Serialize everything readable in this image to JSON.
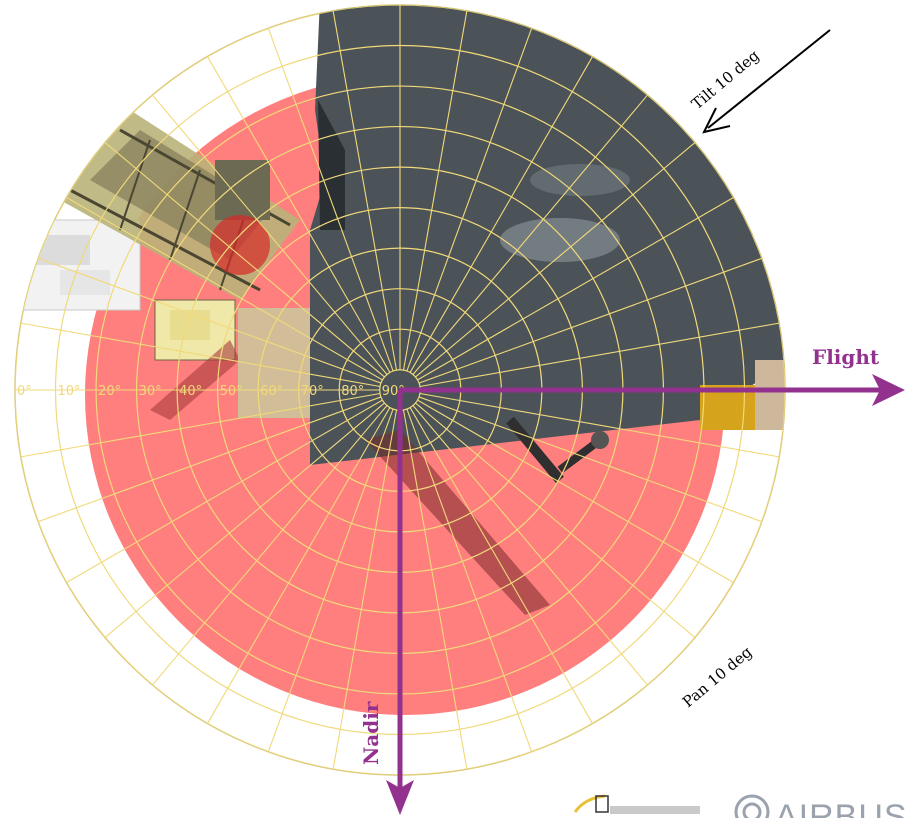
{
  "polar_ring_labels": [
    "0°",
    "10°",
    "20°",
    "30°",
    "40°",
    "50°",
    "60°",
    "70°",
    "80°",
    "90°"
  ],
  "annotations": {
    "tilt": "Tilt 10 deg",
    "pan": "Pan 10 deg",
    "flight": "Flight",
    "nadir": "Nadir"
  },
  "logos": {
    "airbus": "AIRBUS"
  },
  "colors": {
    "grid": "#f1d97a",
    "red_zone": "#ff6f6f",
    "hull": "#4b5358",
    "axis_arrow": "#93328e",
    "truss": "#b9b27a"
  }
}
